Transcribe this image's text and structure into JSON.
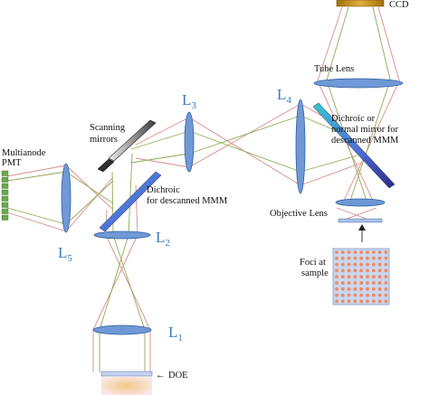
{
  "colors": {
    "red_beam": "#d98c8c",
    "green_beam": "#8faa55",
    "lens_fill": "#6f99d6",
    "lens_edge": "#2f5e9e",
    "lens_label": "#3b7bbf",
    "dichroic_gradient": [
      "#37c7d0",
      "#4f6fd6",
      "#2a2a86"
    ],
    "pmt": "#6aa84f",
    "ccd": "#b8860b",
    "foci_dot": "#f08a5d",
    "foci_panel": "#c9d7f0",
    "doe_glow": "#f3d6a6"
  },
  "labels": {
    "ccd": "CCD",
    "tube_lens": "Tube Lens",
    "dichroic_right_1": "Dichroic or",
    "dichroic_right_2": "normal mirror for",
    "dichroic_right_3": "descanned MMM",
    "objective_lens": "Objective Lens",
    "foci_1": "Foci at",
    "foci_2": "sample",
    "scanning_1": "Scanning",
    "scanning_2": "mirrors",
    "dichroic_left_1": "Dichroic",
    "dichroic_left_2": "for descanned MMM",
    "pmt_1": "Multianode",
    "pmt_2": "PMT",
    "doe": "DOE",
    "doe_arrow": "←"
  },
  "lenses": {
    "L1": {
      "letter": "L",
      "sub": "1"
    },
    "L2": {
      "letter": "L",
      "sub": "2"
    },
    "L3": {
      "letter": "L",
      "sub": "3"
    },
    "L4": {
      "letter": "L",
      "sub": "4"
    },
    "L5": {
      "letter": "L",
      "sub": "5"
    }
  },
  "foci_grid": {
    "rows": 9,
    "cols": 9
  }
}
